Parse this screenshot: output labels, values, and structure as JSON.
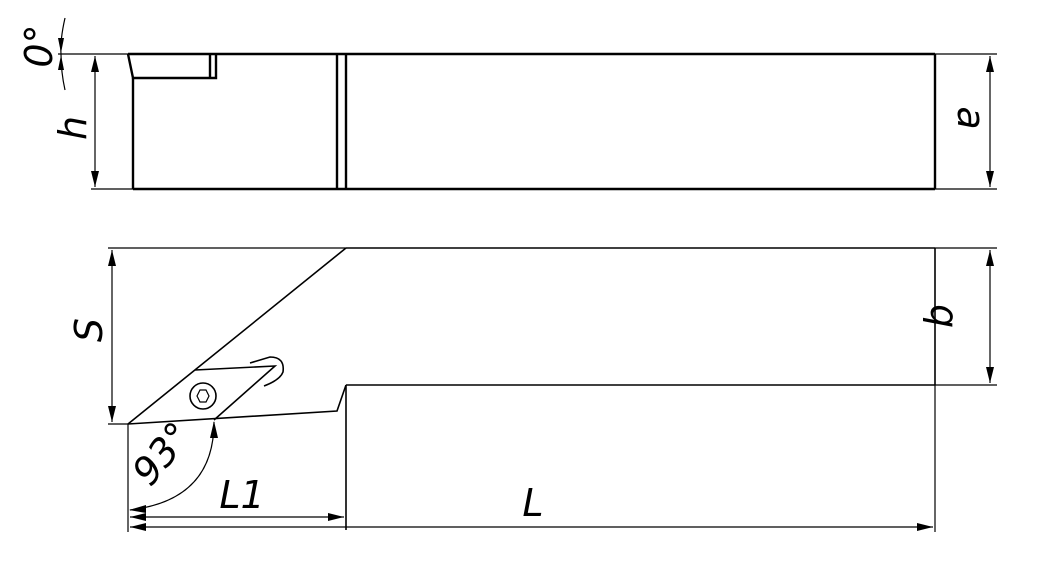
{
  "drawing": {
    "title": "Turning tool holder technical drawing",
    "views": {
      "top_view": {
        "description": "Side elevation of tool holder shank"
      },
      "plan_view": {
        "description": "Plan view with rhombic insert and clamping screw"
      }
    },
    "dimensions": {
      "zero_angle": "0°",
      "h": "h",
      "a": "a",
      "s": "S",
      "b": "b",
      "angle": "93°",
      "l1": "L1",
      "l": "L"
    },
    "colors": {
      "line": "#000000",
      "background": "#ffffff"
    }
  }
}
